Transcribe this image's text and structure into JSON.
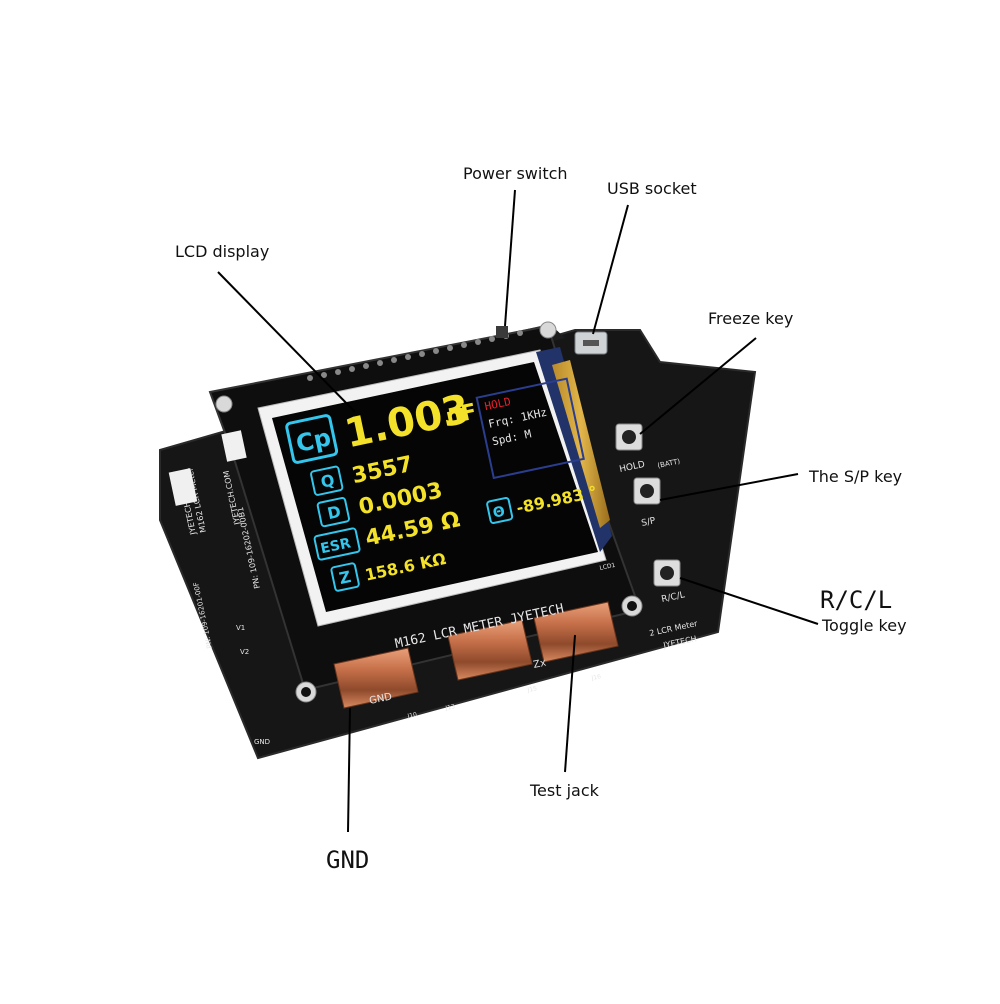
{
  "callouts": {
    "power_switch": "Power switch",
    "usb_socket": "USB socket",
    "lcd_display": "LCD display",
    "freeze_key": "Freeze key",
    "sp_key": "The S/P key",
    "rcl_title": "R/C/L",
    "toggle_key": "Toggle key",
    "test_jack": "Test jack",
    "gnd": "GND"
  },
  "lcd": {
    "param": "Cp",
    "main_value": "1.003",
    "main_unit": "nF",
    "q_label": "Q",
    "q_value": "3557",
    "d_label": "D",
    "d_value": "0.0003",
    "esr_label": "ESR",
    "esr_value": "44.59 Ω",
    "theta_label": "Θ",
    "theta_value": "-89.983 °",
    "z_label": "Z",
    "z_value": "158.6 KΩ",
    "hold": "HOLD",
    "frq": "Frq: 1KHz",
    "spd": "Spd: M"
  },
  "board": {
    "title": "M162 LCR METER JYETECH",
    "gnd_label": "GND",
    "zx_label": "Zx",
    "hold_label": "HOLD",
    "batt_label": "(BATT)",
    "sp_label": "S/P",
    "rcl_label": "R/C/L",
    "side_label_1": "M162 LCR Meter",
    "side_label_2": "JYETECH.COM",
    "side_label_3": "JYETECH.COM",
    "pn_1": "PN: 109-16202-00B1",
    "pn_2": "PN: 109-16201-00F",
    "right_label_1": "2 LCR Meter",
    "right_label_2": "JYETECH",
    "v1": "V1",
    "v2": "V2",
    "gnd_pad": "GND",
    "lcd1": "LCD1",
    "j10": "J10",
    "j13": "J13",
    "j15": "J15",
    "j16": "J16"
  },
  "colors": {
    "pcb": "#121212",
    "lcd_bg": "#050505",
    "lcd_yellow": "#f4e22a",
    "lcd_cyan": "#34c6ec",
    "lcd_red": "#e8202a",
    "copper": "#c8754a"
  }
}
